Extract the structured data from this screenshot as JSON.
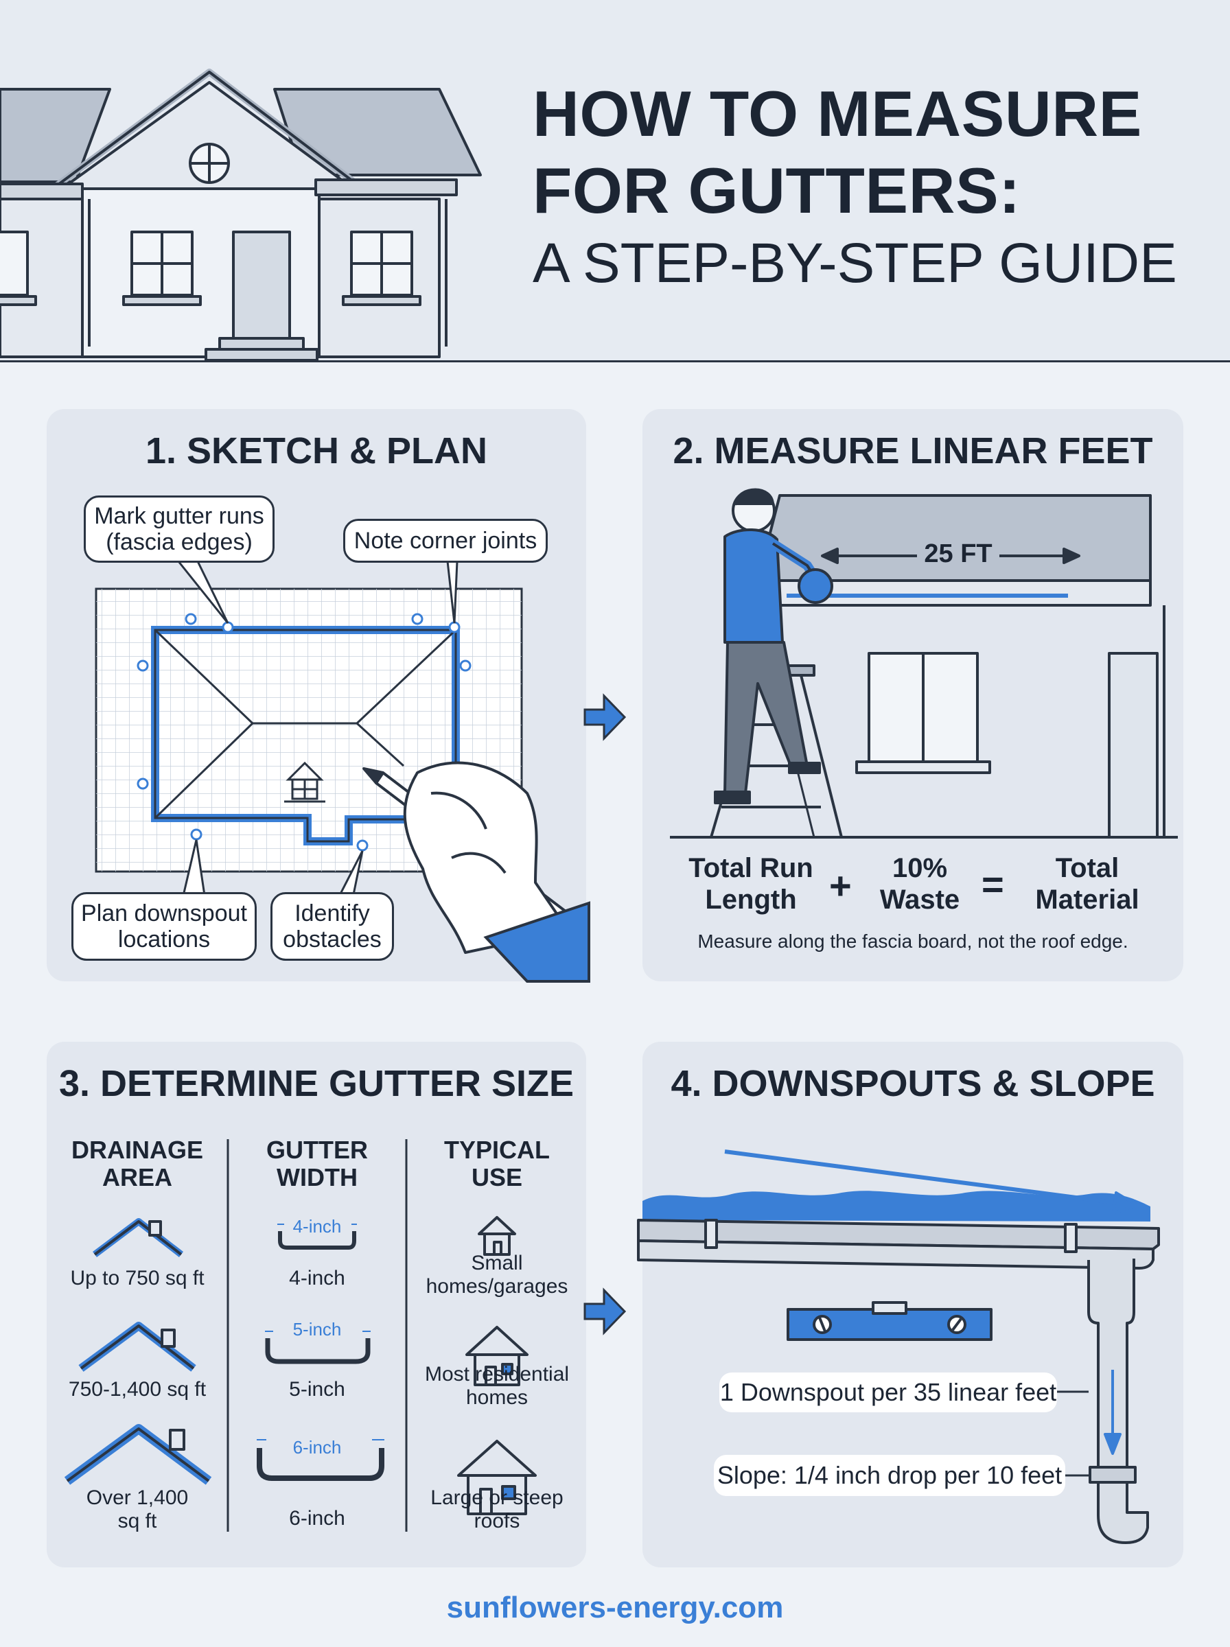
{
  "header": {
    "title_line1": "HOW TO MEASURE",
    "title_line2": "FOR GUTTERS:",
    "subtitle": "A STEP-BY-STEP GUIDE"
  },
  "step1": {
    "title": "1. SKETCH & PLAN",
    "callouts": {
      "mark_runs": "Mark gutter runs (fascia edges)",
      "corner_joints": "Note corner joints",
      "downspout_locations": "Plan downspout locations",
      "obstacles": "Identify obstacles"
    }
  },
  "step2": {
    "title": "2. MEASURE LINEAR FEET",
    "dimension": "25 FT",
    "formula": {
      "term1": "Total Run Length",
      "plus": "+",
      "term2": "10% Waste",
      "equals": "=",
      "result": "Total Material"
    },
    "note": "Measure along the fascia board, not the roof edge."
  },
  "step3": {
    "title": "3. DETERMINE GUTTER SIZE",
    "headers": [
      "DRAINAGE AREA",
      "GUTTER WIDTH",
      "TYPICAL USE"
    ],
    "rows": [
      {
        "area": "Up to 750 sq ft",
        "width_dim": "4-inch",
        "width": "4-inch",
        "use": "Small homes/garages"
      },
      {
        "area": "750-1,400 sq ft",
        "width_dim": "5-inch",
        "width": "5-inch",
        "use": "Most residential homes"
      },
      {
        "area": "Over 1,400 sq ft",
        "width_dim": "6-inch",
        "width": "6-inch",
        "use": "Large or steep roofs"
      }
    ]
  },
  "step4": {
    "title": "4. DOWNSPOUTS & SLOPE",
    "labels": {
      "downspout": "1 Downspout per 35 linear feet",
      "slope": "Slope: 1/4 inch drop per 10 feet"
    }
  },
  "footer": {
    "site": "sunflowers-energy.com"
  },
  "colors": {
    "accent": "#3a7fd6",
    "ink": "#1c2533",
    "card": "#e2e7ef",
    "background": "#eef2f7"
  }
}
